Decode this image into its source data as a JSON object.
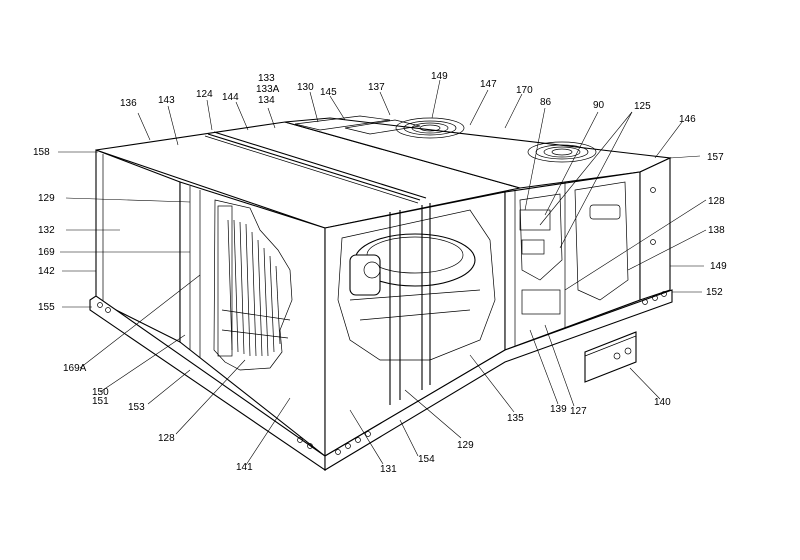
{
  "labels": {
    "l136": "136",
    "l143": "143",
    "l124": "124",
    "l144": "144",
    "l133": "133",
    "l133a": "133A",
    "l134": "134",
    "l130": "130",
    "l145": "145",
    "l137": "137",
    "l149a": "149",
    "l147": "147",
    "l170": "170",
    "l86": "86",
    "l90": "90",
    "l125": "125",
    "l146": "146",
    "l158": "158",
    "l157": "157",
    "l129a": "129",
    "l132": "132",
    "l169": "169",
    "l142": "142",
    "l155": "155",
    "l169a": "169A",
    "l150": "150",
    "l151": "151",
    "l153": "153",
    "l128a": "128",
    "l141": "141",
    "l131": "131",
    "l154": "154",
    "l129b": "129",
    "l135": "135",
    "l139": "139",
    "l127": "127",
    "l140": "140",
    "l152": "152",
    "l149b": "149",
    "l138": "138",
    "l128b": "128"
  }
}
